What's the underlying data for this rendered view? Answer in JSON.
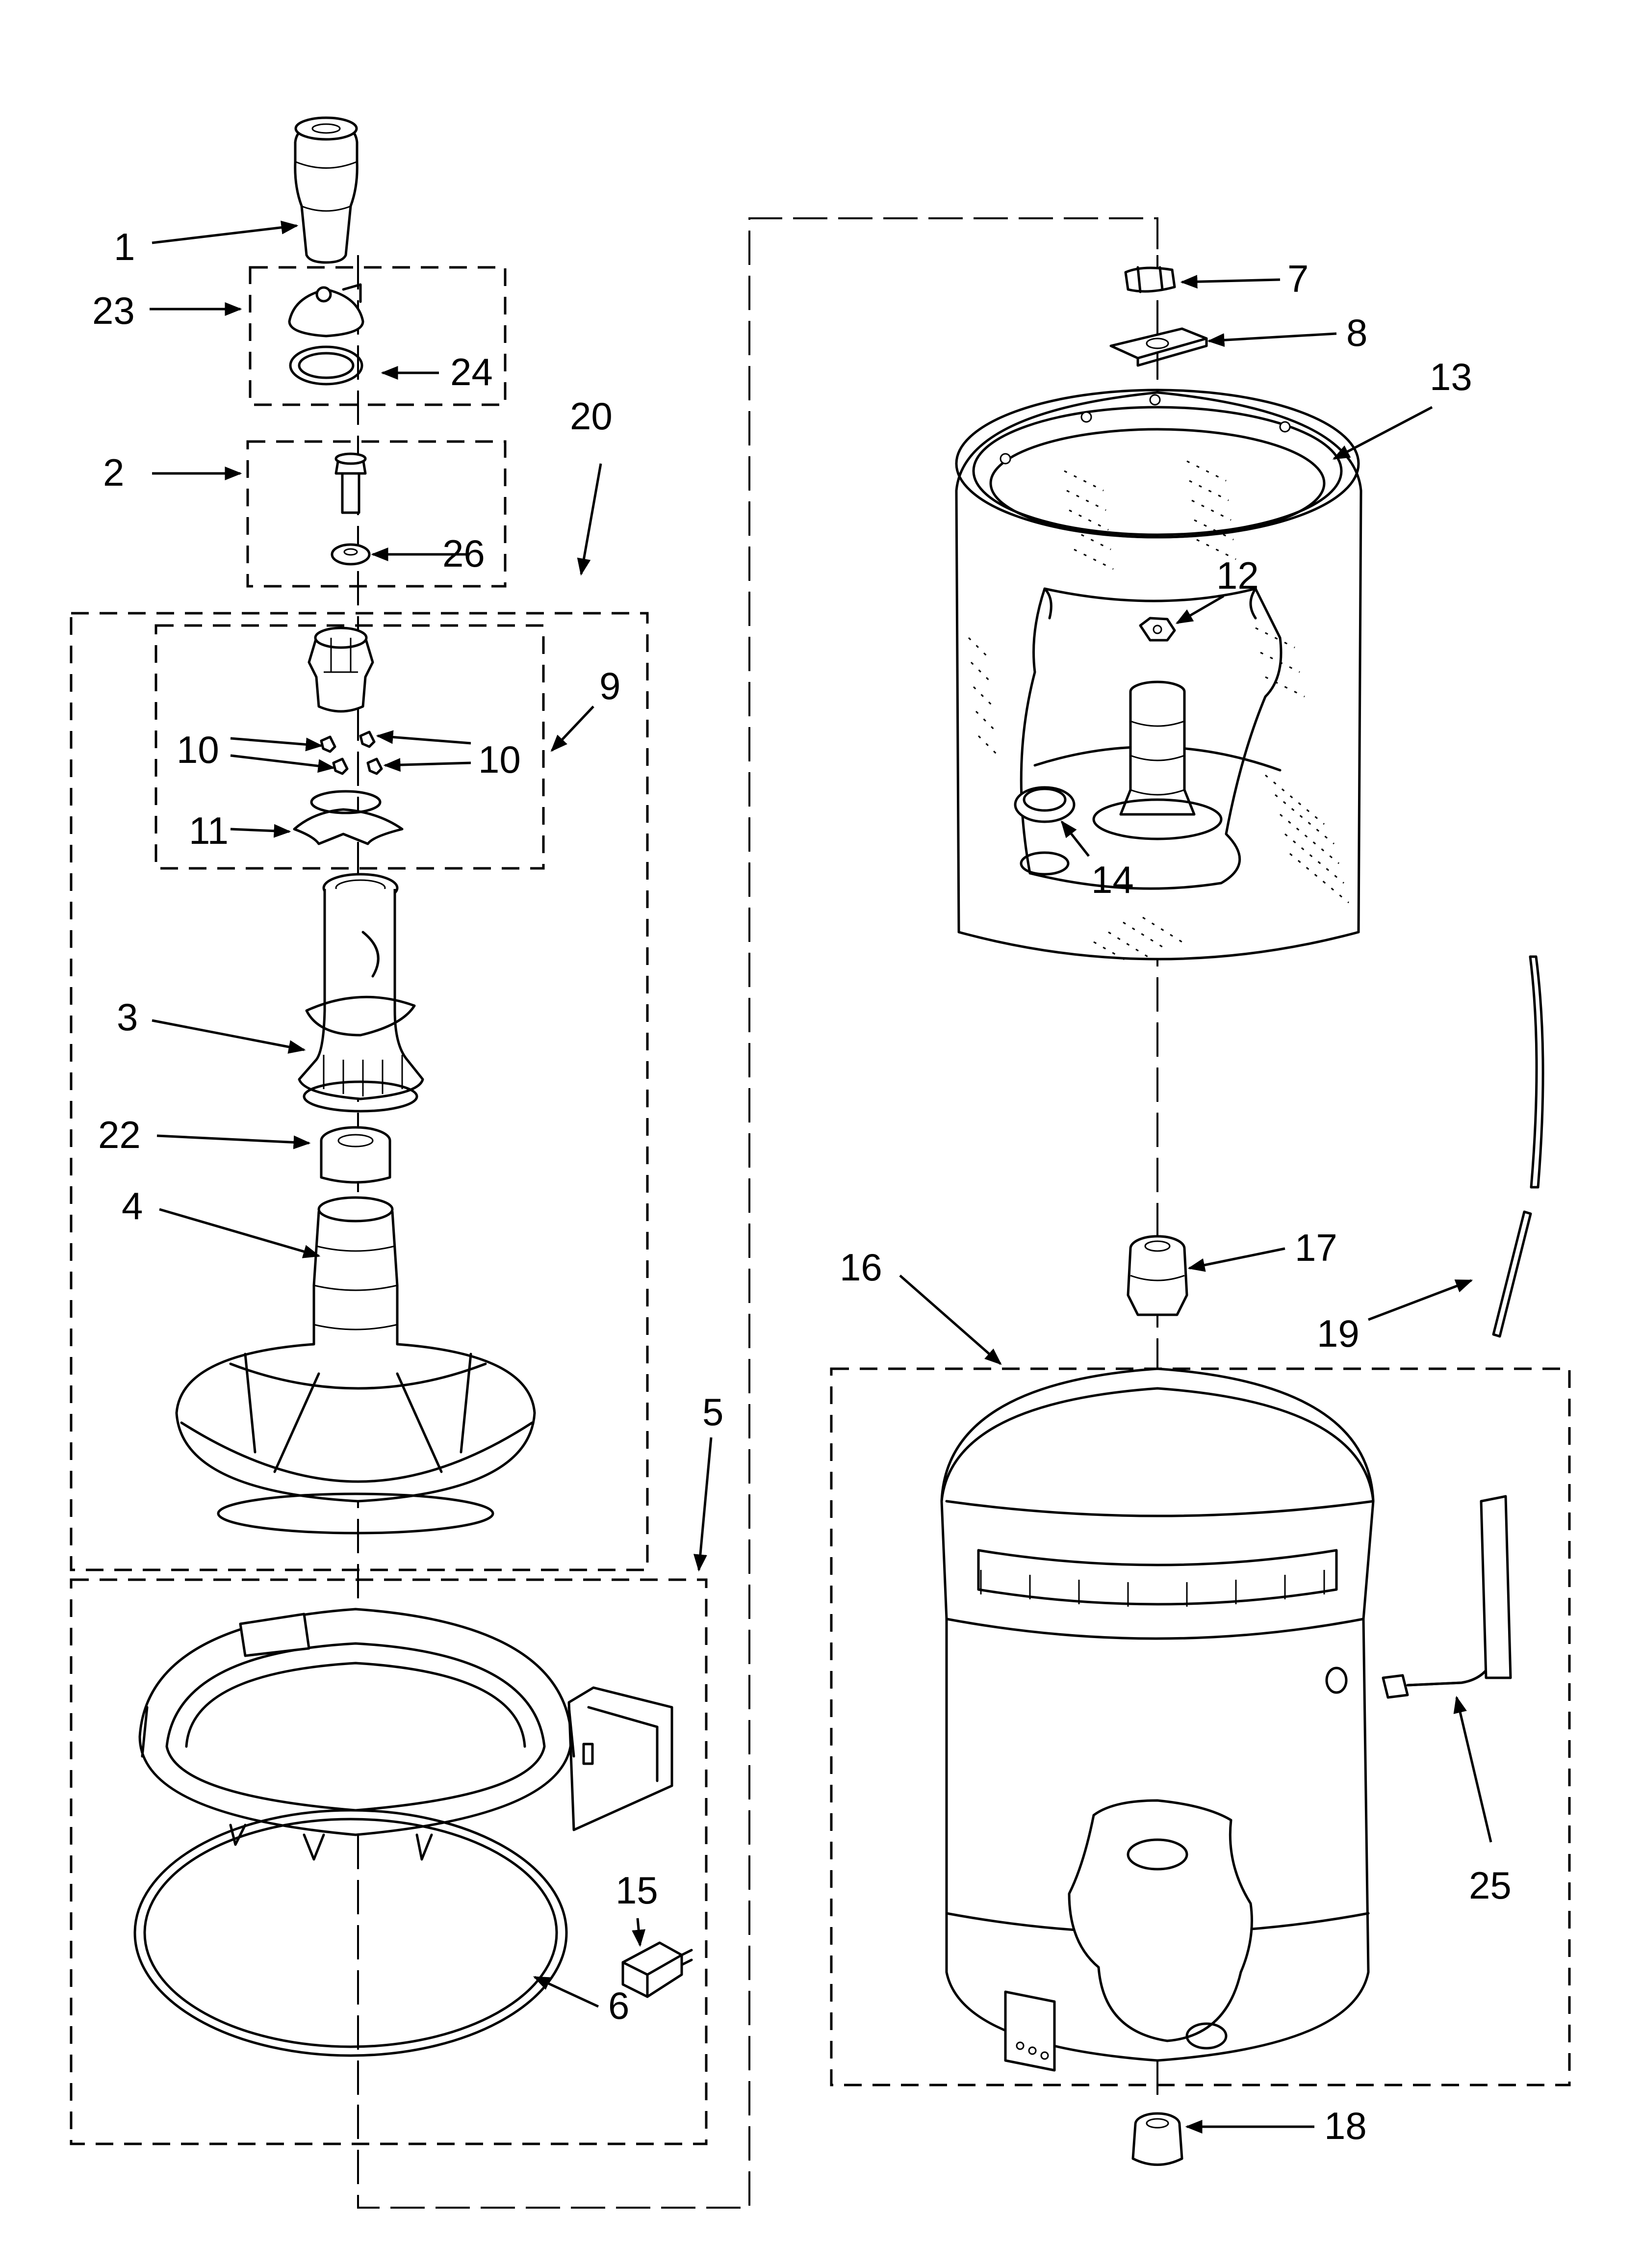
{
  "callouts": {
    "c1": "1",
    "c2": "2",
    "c3": "3",
    "c4": "4",
    "c5": "5",
    "c6": "6",
    "c7": "7",
    "c8": "8",
    "c9": "9",
    "c10a": "10",
    "c10b": "10",
    "c11": "11",
    "c12": "12",
    "c13": "13",
    "c14": "14",
    "c15": "15",
    "c16": "16",
    "c17": "17",
    "c18": "18",
    "c19": "19",
    "c20": "20",
    "c22": "22",
    "c23": "23",
    "c24": "24",
    "c25": "25",
    "c26": "26"
  }
}
